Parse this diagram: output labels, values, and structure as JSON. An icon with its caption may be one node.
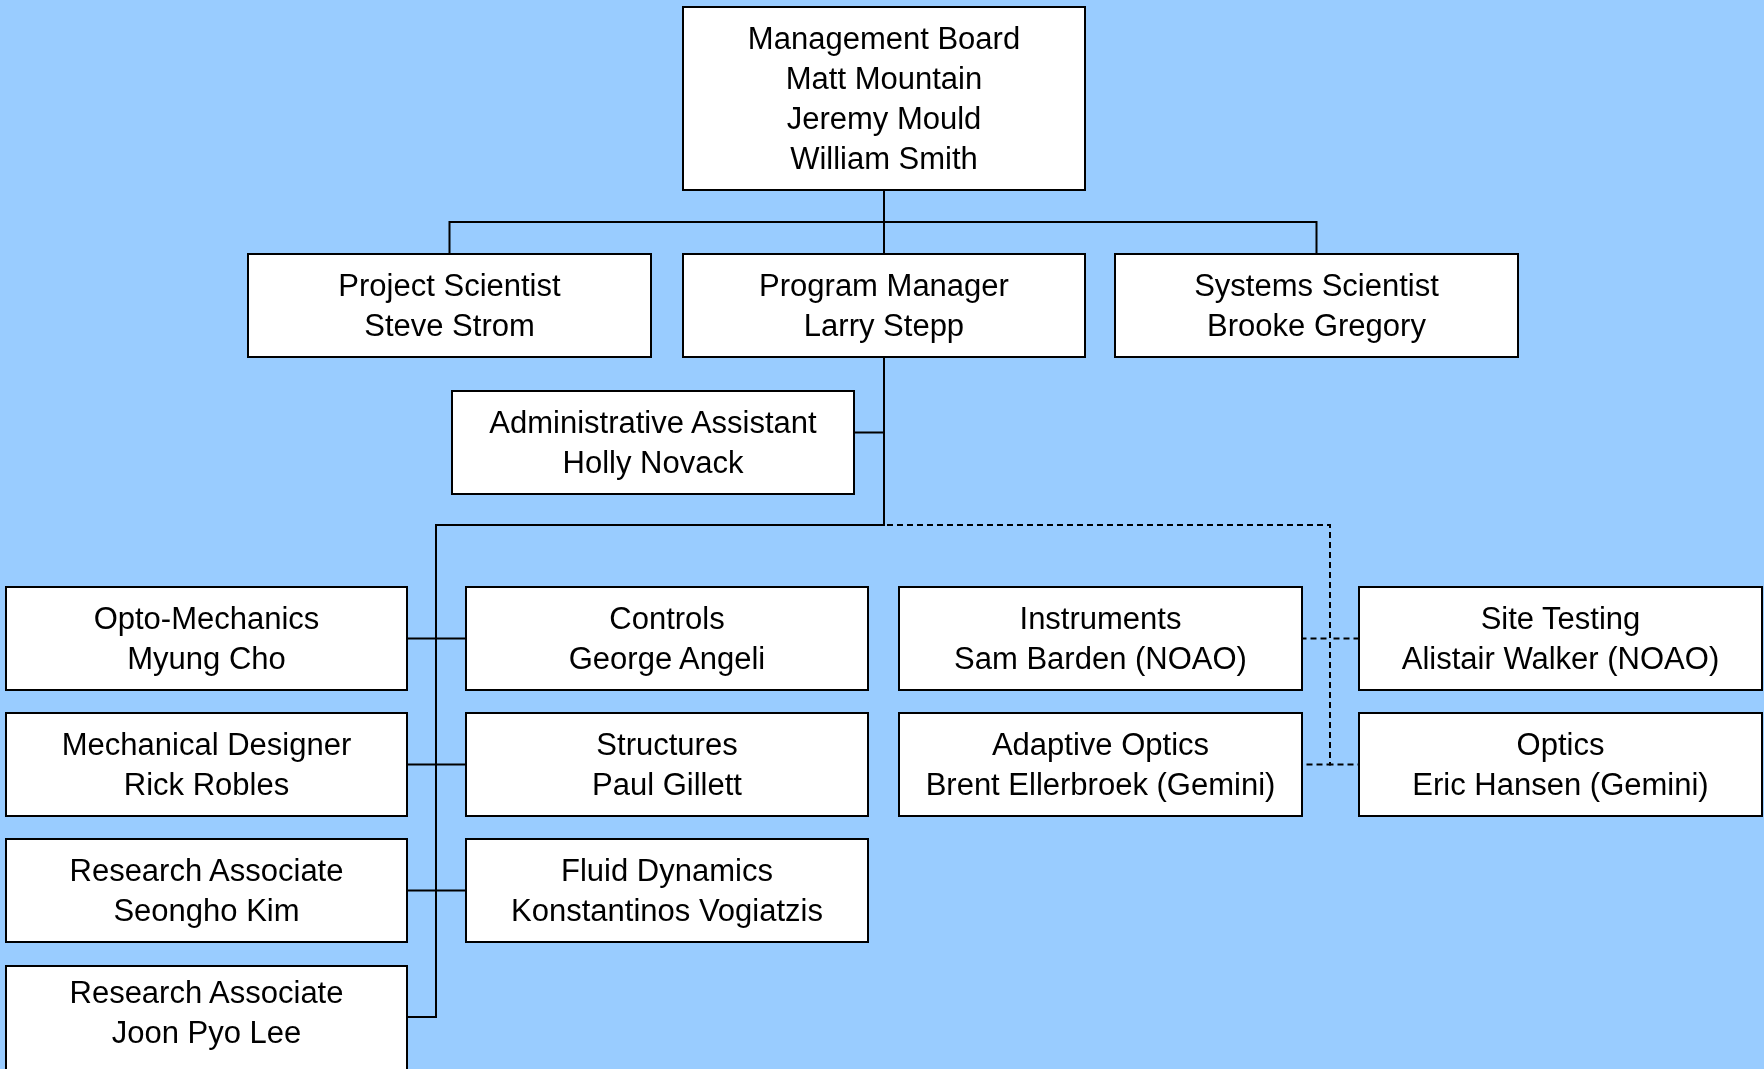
{
  "diagram": {
    "nodes": [
      {
        "text": [
          "Management Board",
          "Matt Mountain",
          "Jeremy Mould",
          "William Smith"
        ]
      },
      {
        "text": [
          "Project Scientist",
          "Steve Strom"
        ]
      },
      {
        "text": [
          "Program Manager",
          "Larry Stepp"
        ]
      },
      {
        "text": [
          "Systems Scientist",
          "Brooke Gregory"
        ]
      },
      {
        "text": [
          "Administrative Assistant",
          "Holly Novack"
        ]
      },
      {
        "text": [
          "Opto-Mechanics",
          "Myung Cho"
        ]
      },
      {
        "text": [
          "Controls",
          "George Angeli"
        ]
      },
      {
        "text": [
          "Instruments",
          "Sam Barden (NOAO)"
        ]
      },
      {
        "text": [
          "Site Testing",
          "Alistair Walker (NOAO)"
        ]
      },
      {
        "text": [
          "Mechanical Designer",
          "Rick Robles"
        ]
      },
      {
        "text": [
          "Structures",
          "Paul Gillett"
        ]
      },
      {
        "text": [
          "Adaptive Optics",
          "Brent Ellerbroek (Gemini)"
        ]
      },
      {
        "text": [
          "Optics",
          "Eric Hansen (Gemini)"
        ]
      },
      {
        "text": [
          "Research Associate",
          "Seongho Kim"
        ]
      },
      {
        "text": [
          "Fluid Dynamics",
          "Konstantinos Vogiatzis"
        ]
      },
      {
        "text": [
          "Research Associate",
          "Joon Pyo Lee"
        ]
      }
    ],
    "edges": [
      {
        "from": 0,
        "to": 1,
        "arrow": "none"
      },
      {
        "from": 0,
        "to": 2,
        "arrow": "none"
      },
      {
        "from": 0,
        "to": 3,
        "arrow": "none"
      },
      {
        "from": 2,
        "to": 4,
        "arrow": "none"
      },
      {
        "from": 2,
        "to": 5,
        "arrow": "none"
      },
      {
        "from": 2,
        "to": 6,
        "arrow": "none"
      },
      {
        "from": 2,
        "to": 7,
        "arrow": "none",
        "style": "dashed"
      },
      {
        "from": 2,
        "to": 8,
        "arrow": "none",
        "style": "dashed"
      },
      {
        "from": 2,
        "to": 9,
        "arrow": "none"
      },
      {
        "from": 2,
        "to": 10,
        "arrow": "none"
      },
      {
        "from": 2,
        "to": 11,
        "arrow": "none",
        "style": "dashed"
      },
      {
        "from": 2,
        "to": 12,
        "arrow": "none",
        "style": "dashed"
      },
      {
        "from": 2,
        "to": 13,
        "arrow": "none"
      },
      {
        "from": 2,
        "to": 14,
        "arrow": "none"
      },
      {
        "from": 2,
        "to": 15,
        "arrow": "none"
      }
    ]
  }
}
